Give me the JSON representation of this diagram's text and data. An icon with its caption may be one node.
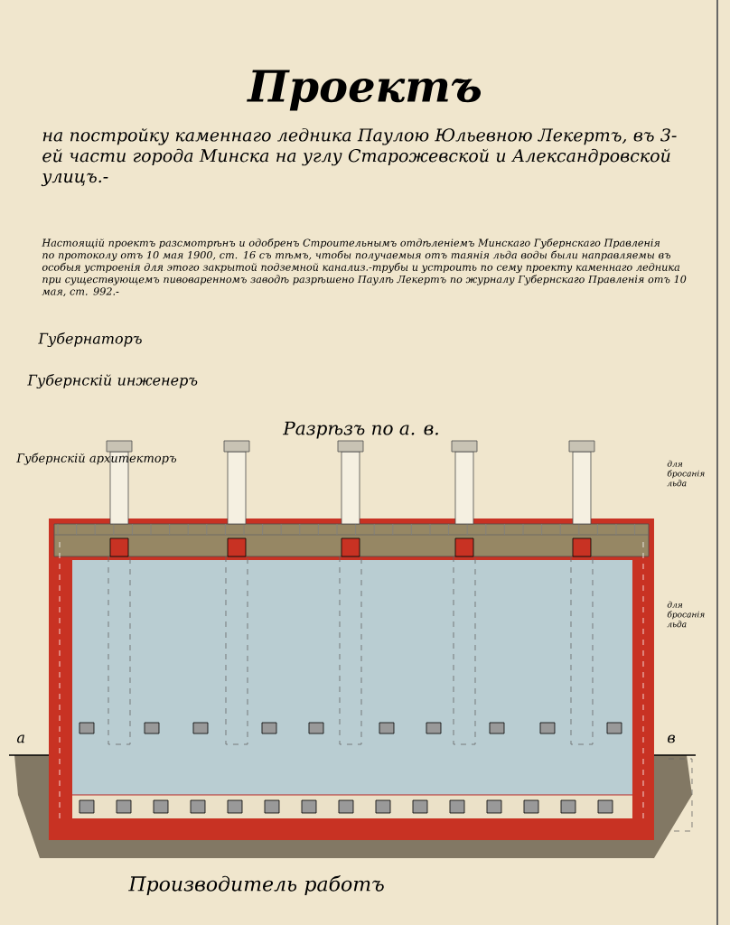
{
  "diagram": {
    "title": "Проектъ",
    "labels": [
      "на постройку каменнаго ледника Паулою Юльевною Лекертъ, въ 3-ей части города Минска на углу Старожевской и Александровской улицъ.-",
      "Настоящій проектъ разсмотрѣнъ и одобренъ Строительнымъ отдѣленіемъ Минскаго Губернскаго Правленія по протоколу отъ 10 мая 1900, ст. 16 съ тѣмъ, чтобы получаемыя отъ таянія льда воды были направляемы въ особыя устроенія для этого закрытой подземной канализ.-трубы и устроить по сему проекту каменнаго ледника при существующемъ пивоваренномъ заводѣ разрѣшено Паулѣ Лекертъ по журналу Губернскаго Правленія отъ 10 мая, ст. 992.-",
      "Губернаторъ",
      "Губернскій инженеръ",
      "Разрѣзъ по а. в.",
      "Губернскій архитекторъ",
      "для бросанія льда",
      "для бросанія льда",
      "а",
      "в",
      "Производитель работъ"
    ]
  }
}
